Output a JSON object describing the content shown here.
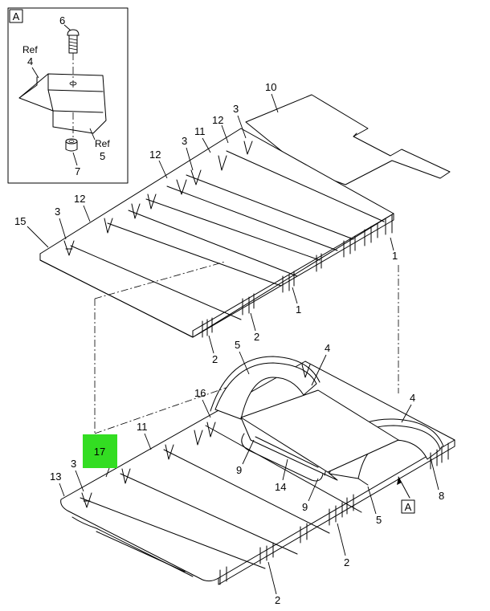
{
  "detail_view": {
    "letter": "A",
    "callouts": [
      {
        "id": "detail-callout-6",
        "text": "6"
      },
      {
        "id": "detail-callout-ref4-ref",
        "text": "Ref"
      },
      {
        "id": "detail-callout-ref4-num",
        "text": "4"
      },
      {
        "id": "detail-callout-ref5-ref",
        "text": "Ref"
      },
      {
        "id": "detail-callout-ref5-num",
        "text": "5"
      },
      {
        "id": "detail-callout-7",
        "text": "7"
      }
    ]
  },
  "view_arrow": {
    "letter": "A"
  },
  "highlight": {
    "callout": "17",
    "color": "#33dd22"
  },
  "callouts": {
    "c10": "10",
    "c12a": "12",
    "c3a": "3",
    "c11a": "11",
    "c3b": "3",
    "c12b": "12",
    "c3c": "3",
    "c12c": "12",
    "c15": "15",
    "c1a": "1",
    "c1b": "1",
    "c2a": "2",
    "c2b": "2",
    "c5a": "5",
    "c4a": "4",
    "c4b": "4",
    "c16": "16",
    "c11b": "11",
    "c3d": "3",
    "c13": "13",
    "c9a": "9",
    "c14": "14",
    "c9b": "9",
    "c5b": "5",
    "c8": "8",
    "c2c": "2",
    "c2d": "2"
  }
}
